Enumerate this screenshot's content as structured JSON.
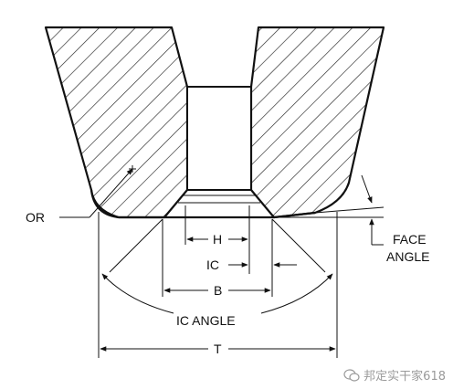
{
  "labels": {
    "or": "OR",
    "h": "H",
    "ic": "IC",
    "b": "B",
    "ic_angle": "IC ANGLE",
    "t": "T",
    "face_angle_line1": "FACE",
    "face_angle_line2": "ANGLE"
  },
  "watermark": {
    "text": "邦定实干家618"
  }
}
